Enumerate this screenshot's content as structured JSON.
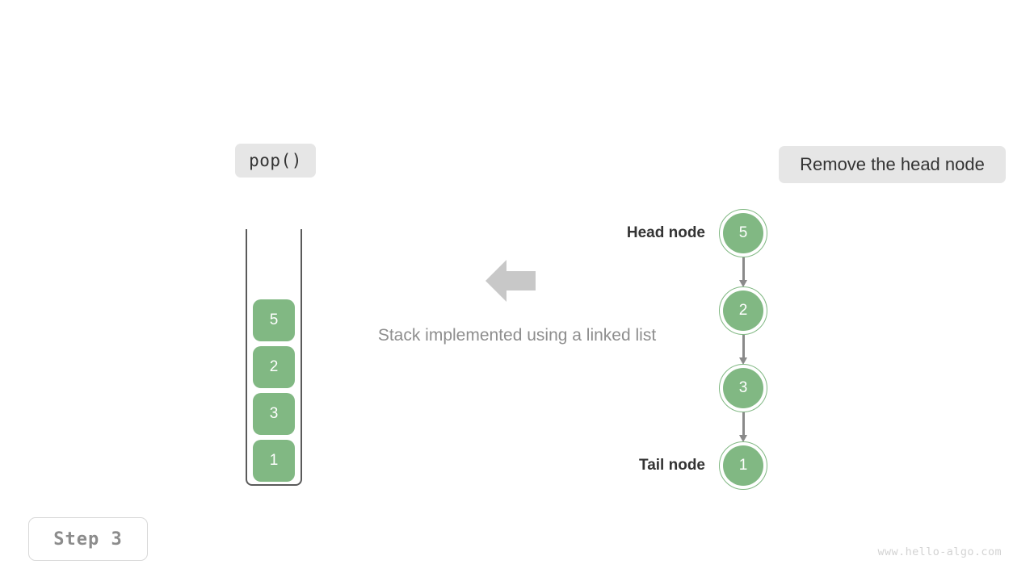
{
  "operation_badge": {
    "label": "pop()"
  },
  "action_badge": {
    "label": "Remove the head node"
  },
  "caption": {
    "text": "Stack implemented using a linked list"
  },
  "step_box": {
    "label": "Step 3"
  },
  "watermark": {
    "text": "www.hello-algo.com"
  },
  "colors": {
    "node_green": "#81b883",
    "badge_gray": "#e6e6e6",
    "arrow_gray": "#c8c8c8",
    "connector_gray": "#8a8a8a",
    "container_border": "#5a5a5a",
    "caption_gray": "#8e8e8e",
    "label_dark": "#333333",
    "watermark_gray": "#d3d3d3"
  },
  "stack": {
    "name": "stack",
    "orientation": "top-open",
    "cells": [
      {
        "value": "5"
      },
      {
        "value": "2"
      },
      {
        "value": "3"
      },
      {
        "value": "1"
      }
    ]
  },
  "flow_arrow": {
    "icon": "arrow-left-icon",
    "direction": "left"
  },
  "linked_list": {
    "head_label": "Head node",
    "tail_label": "Tail node",
    "nodes": [
      {
        "value": "5",
        "role": "head"
      },
      {
        "value": "2",
        "role": "middle"
      },
      {
        "value": "3",
        "role": "middle"
      },
      {
        "value": "1",
        "role": "tail"
      }
    ]
  }
}
